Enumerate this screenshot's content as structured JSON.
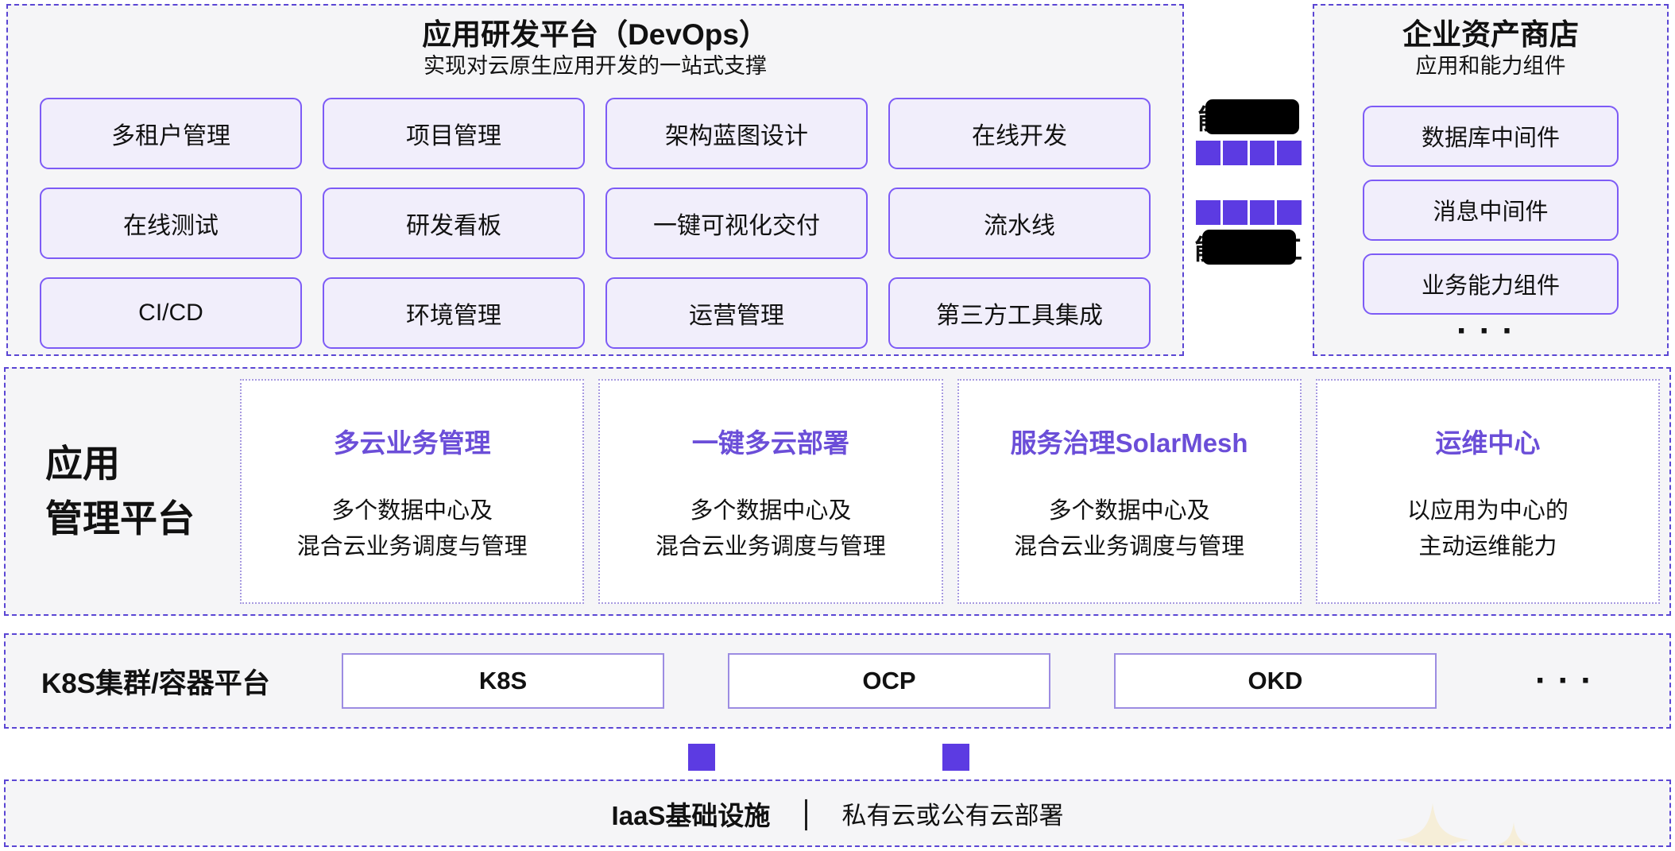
{
  "colors": {
    "accent": "#5C3BE2",
    "dashed": "#5B46D4",
    "btnFill": "#F1EEFB",
    "btnBorder": "#7D5BF6",
    "boxBorder": "#9C8CE2",
    "cardBorder": "#A79AE0",
    "panelBg": "#F5F5F7",
    "cardTitle": "#6B4ED8",
    "sparkle": "#F6EED8",
    "ink": "#111111"
  },
  "devops": {
    "title": "应用研发平台（DevOps）",
    "subtitle": "实现对云原生应用开发的一站式支撑",
    "features": [
      "多租户管理",
      "项目管理",
      "架构蓝图设计",
      "在线开发",
      "在线测试",
      "研发看板",
      "一键可视化交付",
      "流水线",
      "CI/CD",
      "环境管理",
      "运营管理",
      "第三方工具集成"
    ]
  },
  "exchange": {
    "top_line": {
      "visible_text": "能",
      "redacted": true
    },
    "bottom_line": {
      "visible_text_start": "能",
      "visible_text_end": "工",
      "redacted": true
    }
  },
  "asset_store": {
    "title": "企业资产商店",
    "subtitle": "应用和能力组件",
    "items": [
      "数据库中间件",
      "消息中间件",
      "业务能力组件"
    ],
    "ellipsis": "···"
  },
  "app_mgmt": {
    "label_line1": "应用",
    "label_line2": "管理平台",
    "cards": [
      {
        "title": "多云业务管理",
        "body_line1": "多个数据中心及",
        "body_line2": "混合云业务调度与管理"
      },
      {
        "title": "一键多云部署",
        "body_line1": "多个数据中心及",
        "body_line2": "混合云业务调度与管理"
      },
      {
        "title": "服务治理SolarMesh",
        "body_line1": "多个数据中心及",
        "body_line2": "混合云业务调度与管理"
      },
      {
        "title": "运维中心",
        "body_line1": "以应用为中心的",
        "body_line2": "主动运维能力"
      }
    ]
  },
  "k8s": {
    "label": "K8S集群/容器平台",
    "items": [
      "K8S",
      "OCP",
      "OKD"
    ],
    "ellipsis": "···"
  },
  "iaas": {
    "title": "IaaS基础设施",
    "separator": "｜",
    "subtitle": "私有云或公有云部署"
  }
}
